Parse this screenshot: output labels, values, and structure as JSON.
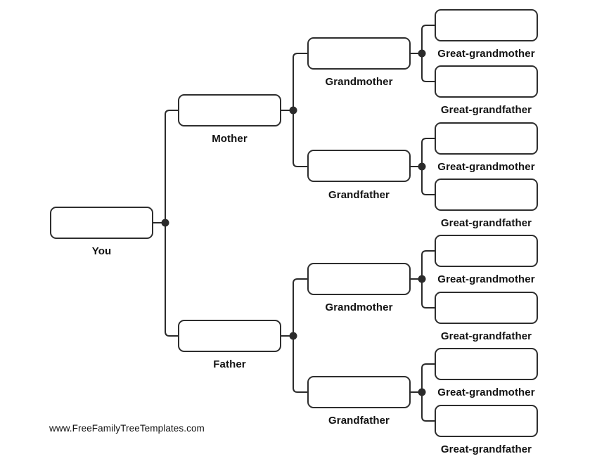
{
  "diagram": {
    "title_implicit": "4-generation pedigree family tree template",
    "you": {
      "label": "You"
    },
    "parents": [
      {
        "id": "mother",
        "label": "Mother"
      },
      {
        "id": "father",
        "label": "Father"
      }
    ],
    "grandparents": [
      {
        "id": "maternal-grandmother",
        "label": "Grandmother"
      },
      {
        "id": "maternal-grandfather",
        "label": "Grandfather"
      },
      {
        "id": "paternal-grandmother",
        "label": "Grandmother"
      },
      {
        "id": "paternal-grandfather",
        "label": "Grandfather"
      }
    ],
    "great_grandparents": [
      {
        "label": "Great-grandmother"
      },
      {
        "label": "Great-grandfather"
      },
      {
        "label": "Great-grandmother"
      },
      {
        "label": "Great-grandfather"
      },
      {
        "label": "Great-grandmother"
      },
      {
        "label": "Great-grandfather"
      },
      {
        "label": "Great-grandmother"
      },
      {
        "label": "Great-grandfather"
      }
    ]
  },
  "footer": {
    "website": "www.FreeFamilyTreeTemplates.com"
  },
  "colors": {
    "line": "#2b2b2b",
    "dot": "#2b2b2b",
    "box_border": "#2e2e2e",
    "box_fill": "#ffffff",
    "background": "#ffffff",
    "label_text": "#121212"
  }
}
